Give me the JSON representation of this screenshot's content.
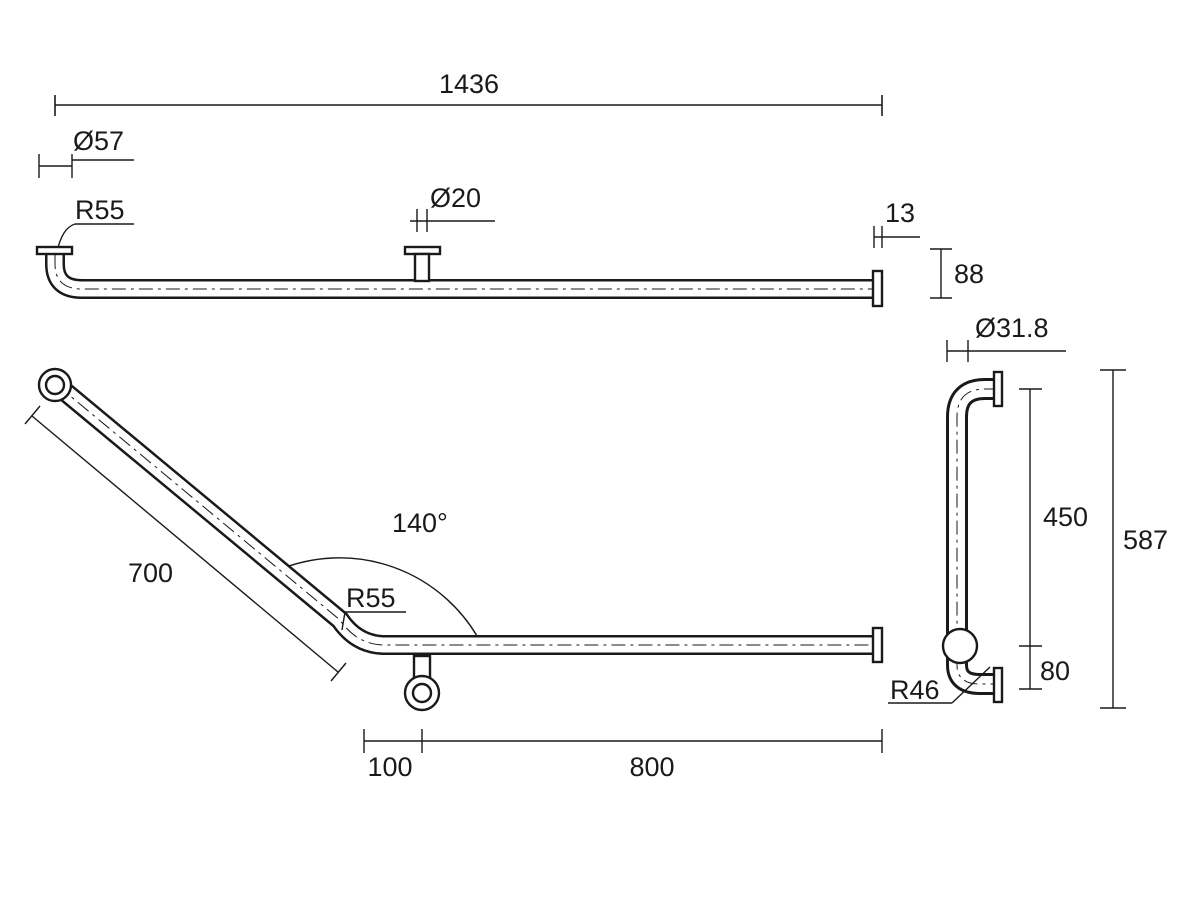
{
  "drawing": {
    "top_view": {
      "overall_length": "1436",
      "flange_diameter": "Ø57",
      "bend_radius": "R55",
      "support_diameter": "Ø20",
      "flange_thickness": "13",
      "projection": "88"
    },
    "front_view": {
      "angle": "140°",
      "angled_length": "700",
      "bend_radius": "R55",
      "support_offset": "100",
      "straight_length": "800"
    },
    "side_view": {
      "tube_diameter": "Ø31.8",
      "upper_height": "450",
      "lower_height": "80",
      "total_height": "587",
      "bend_radius": "R46"
    }
  }
}
